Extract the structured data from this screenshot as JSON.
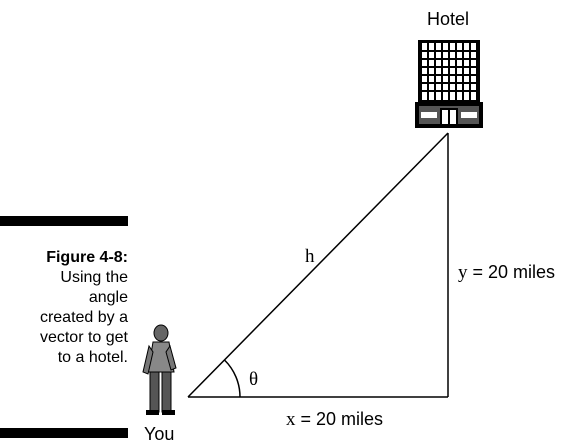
{
  "figure": {
    "label": "Figure 4-8:",
    "caption_lines": [
      "Using the",
      "angle",
      "created by a",
      "vector to get",
      "to a hotel."
    ]
  },
  "diagram": {
    "hotel_label": "Hotel",
    "you_label": "You",
    "hypotenuse_label": "h",
    "angle_label": "θ",
    "x_var": "x",
    "x_value": " = 20 miles",
    "y_var": "y",
    "y_value": " = 20 miles",
    "icons": {
      "hotel": "hotel-building-icon",
      "person": "standing-person-icon"
    }
  }
}
